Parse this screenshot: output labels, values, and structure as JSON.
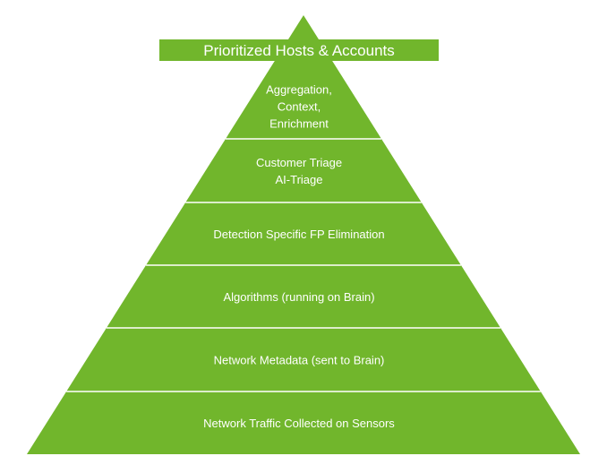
{
  "colors": {
    "fill": "#71b62c",
    "divider": "#ffffff",
    "text": "#ffffff",
    "background": "#ffffff"
  },
  "banner": {
    "label": "Prioritized Hosts & Accounts"
  },
  "tiers": [
    {
      "lines": [
        "Aggregation,",
        "Context,",
        "Enrichment"
      ]
    },
    {
      "lines": [
        "Customer Triage",
        "AI-Triage"
      ]
    },
    {
      "lines": [
        "Detection Specific FP Elimination"
      ]
    },
    {
      "lines": [
        "Algorithms (running on Brain)"
      ]
    },
    {
      "lines": [
        "Network Metadata (sent to Brain)"
      ]
    },
    {
      "lines": [
        "Network Traffic Collected on Sensors"
      ]
    }
  ]
}
